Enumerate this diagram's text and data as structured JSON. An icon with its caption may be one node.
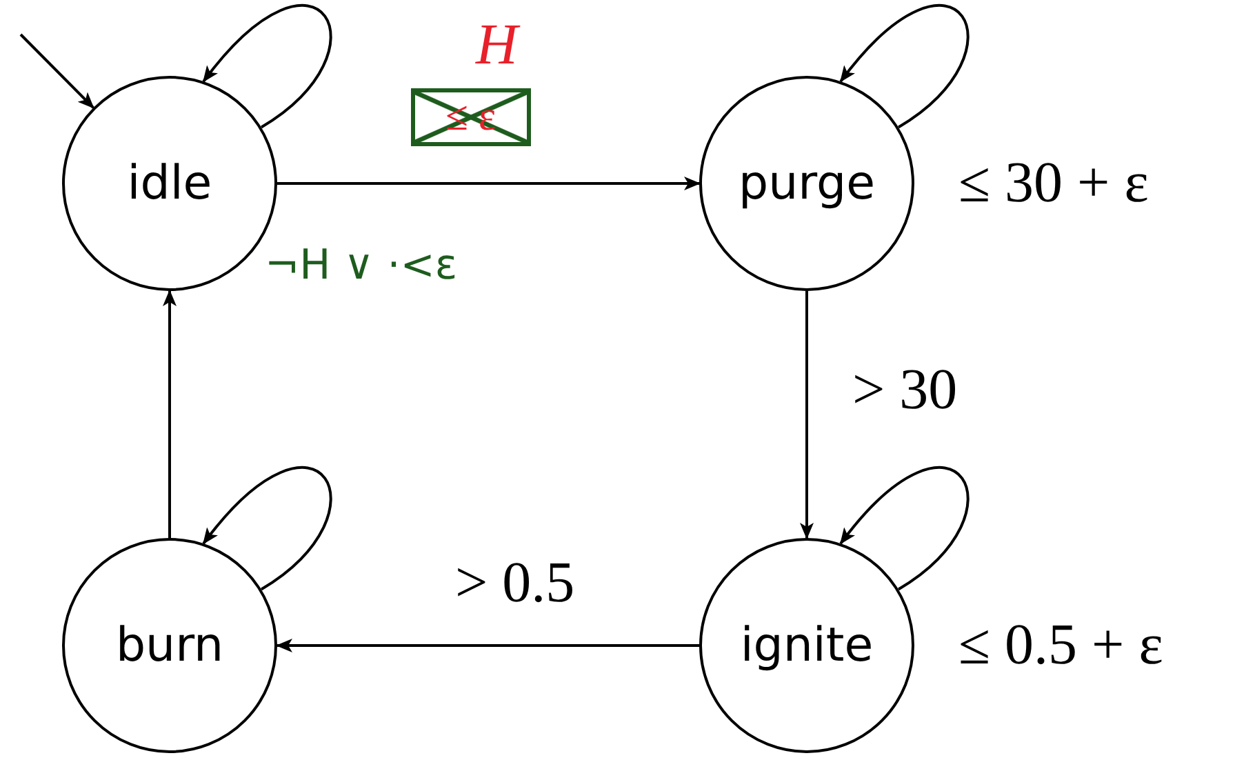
{
  "diagram": {
    "nodes": [
      {
        "text": [
          "idle"
        ]
      },
      {
        "text": [
          "purge"
        ],
        "beside": [
          "≤ 30 + ε"
        ]
      },
      {
        "text": [
          "ignite"
        ],
        "beside": [
          "≤ 0.5 + ε"
        ]
      },
      {
        "text": [
          "burn"
        ]
      }
    ],
    "edges": [
      {
        "from": null,
        "to": 0,
        "arrow": "to"
      },
      {
        "from": 0,
        "to": 0,
        "arrow": "to"
      },
      {
        "from": 1,
        "to": 1,
        "arrow": "to"
      },
      {
        "from": 2,
        "to": 2,
        "arrow": "to"
      },
      {
        "from": 3,
        "to": 3,
        "arrow": "to"
      },
      {
        "from": 0,
        "to": 1,
        "arrow": "to",
        "label": "H"
      },
      {
        "from": 1,
        "to": 2,
        "arrow": "to",
        "label": "> 30"
      },
      {
        "from": 2,
        "to": 3,
        "arrow": "to",
        "label": "> 0.5"
      },
      {
        "from": 3,
        "to": 0,
        "arrow": "to"
      }
    ],
    "labels": [
      "≤ ε",
      "¬H ∨ ·<ε"
    ]
  }
}
